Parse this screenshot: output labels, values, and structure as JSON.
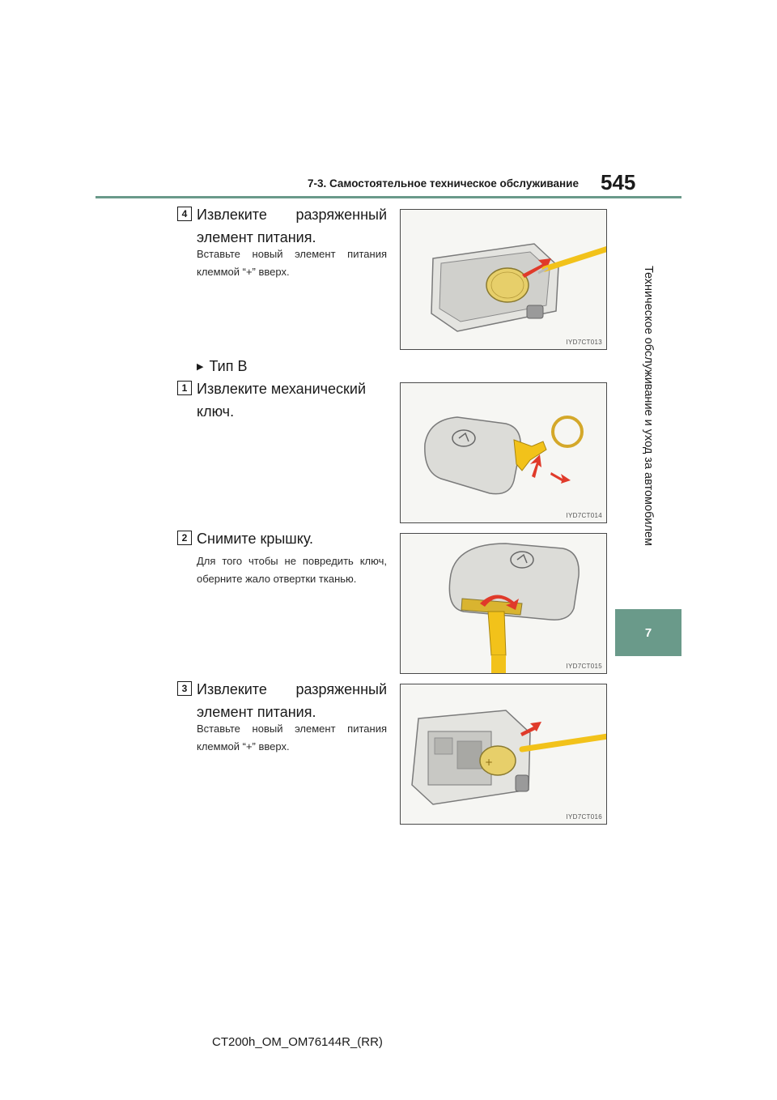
{
  "header": {
    "section_title": "7-3. Самостоятельное техническое обслуживание",
    "page_number": "545"
  },
  "side_tab": {
    "text": "Техническое обслуживание и уход за автомобилем",
    "chapter": "7"
  },
  "steps_top": {
    "step4": {
      "badge": "4",
      "title_line1": "Извлеките разряженный",
      "title_line2": "элемент питания.",
      "note": "Вставьте новый элемент питания клеммой “+” вверх.",
      "figure_code": "IYD7CT013"
    }
  },
  "type_b": {
    "label": "Тип B",
    "icon": "triangle-right-icon"
  },
  "steps_b": [
    {
      "badge": "1",
      "title": "Извлеките механический ключ.",
      "figure_code": "IYD7CT014"
    },
    {
      "badge": "2",
      "title": "Снимите крышку.",
      "note": "Для того чтобы не повредить ключ, оберните жало отвертки тканью.",
      "figure_code": "IYD7CT015"
    },
    {
      "badge": "3",
      "title_line1": "Извлеките разряженный",
      "title_line2": "элемент питания.",
      "note": "Вставьте новый элемент питания клеммой “+” вверх.",
      "figure_code": "IYD7CT016"
    }
  ],
  "footer": {
    "doc_id": "CT200h_OM_OM76144R_(RR)"
  },
  "colors": {
    "accent": "#6a9a8a",
    "arrow": "#e03a2a",
    "tool": "#f2c21a"
  }
}
